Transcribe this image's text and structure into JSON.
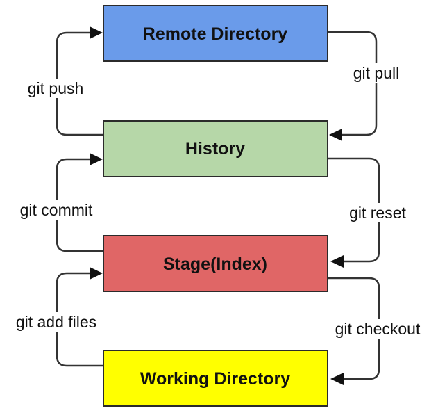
{
  "boxes": {
    "remote": {
      "label": "Remote Directory",
      "color": "#6a9bea"
    },
    "history": {
      "label": "History",
      "color": "#b6d7a8"
    },
    "stage": {
      "label": "Stage(Index)",
      "color": "#e06666"
    },
    "working": {
      "label": "Working Directory",
      "color": "#ffff00"
    }
  },
  "commands": {
    "push": "git push",
    "pull": "git pull",
    "commit": "git commit",
    "reset": "git reset",
    "add": "git add files",
    "checkout": "git checkout"
  }
}
